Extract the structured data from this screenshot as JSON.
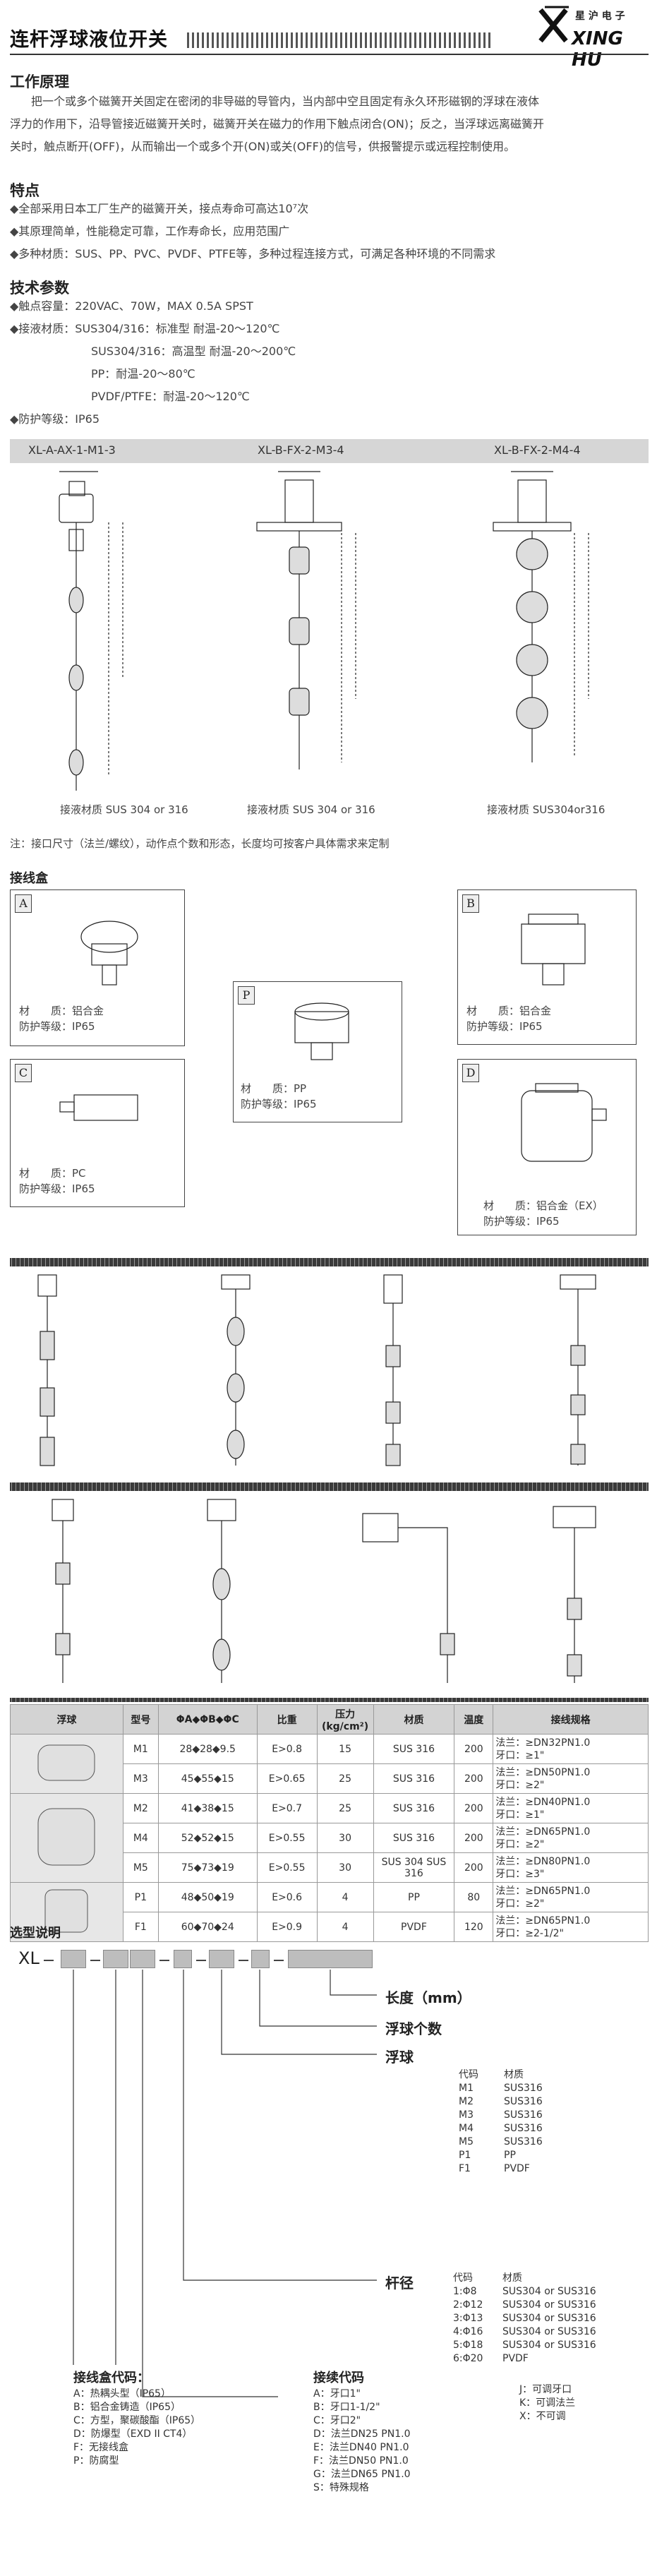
{
  "header": {
    "title": "连杆浮球液位开关",
    "logo_cn": "星 沪 电 子",
    "logo_en": "XING HU"
  },
  "intro": {
    "heading": "工作原理",
    "text": [
      "把一个或多个磁簧开关固定在密闭的非导磁的导管内，当内部中空且固定有永久环形磁钢的浮球在液体",
      "浮力的作用下，沿导管接近磁簧开关时，磁簧开关在磁力的作用下触点闭合(ON)；反之，当浮球远离磁簧开",
      "关时，触点断开(OFF)，从而输出一个或多个开(ON)或关(OFF)的信号，供报警提示或远程控制使用。"
    ]
  },
  "features": {
    "heading": "特点",
    "items": [
      "◆全部采用日本工厂生产的磁簧开关，接点寿命可高达10⁷次",
      "◆其原理简单，性能稳定可靠，工作寿命长，应用范围广",
      "◆多种材质：SUS、PP、PVC、PVDF、PTFE等，多种过程连接方式，可满足各种环境的不同需求"
    ]
  },
  "tech": {
    "heading": "技术参数",
    "items": [
      "◆触点容量：220VAC、70W，MAX 0.5A SPST",
      "◆接液材质：SUS304/316：标准型 耐温-20～120℃",
      "SUS304/316：高温型 耐温-20～200℃",
      "PP：耐温-20～80℃",
      "PVDF/PTFE：耐温-20～120℃",
      "◆防护等级：IP65"
    ]
  },
  "diagrams": {
    "labels": [
      "XL-A-AX-1-M1-3",
      "XL-B-FX-2-M3-4",
      "XL-B-FX-2-M4-4"
    ],
    "captions": [
      "接液材质 SUS 304 or 316",
      "接液材质 SUS 304 or 316",
      "接液材质 SUS304or316"
    ],
    "note": "注：接口尺寸（法兰/螺纹），动作点个数和形态，长度均可按客户具体需求来定制"
  },
  "junction": {
    "heading": "接线盒",
    "boxes": [
      {
        "letter": "A",
        "mat": "材　　质：铝合金",
        "ip": "防护等级：IP65"
      },
      {
        "letter": "B",
        "mat": "材　　质：铝合金",
        "ip": "防护等级：IP65"
      },
      {
        "letter": "P",
        "mat": "材　　质：PP",
        "ip": "防护等级：IP65"
      },
      {
        "letter": "C",
        "mat": "材　　质：PC",
        "ip": "防护等级：IP65"
      },
      {
        "letter": "D",
        "mat": "材　　质：铝合金（EX）",
        "ip": "防护等级：IP65"
      }
    ]
  },
  "table": {
    "headers": [
      "浮球",
      "型号",
      "ΦA◆ΦB◆ΦC",
      "比重",
      "压力 (kg/cm²)",
      "材质",
      "温度",
      "接线规格"
    ],
    "rows": [
      [
        "M1",
        "28◆28◆9.5",
        "E>0.8",
        "15",
        "SUS 316",
        "200",
        "法兰：≥DN32PN1.0",
        "牙口：≥1\""
      ],
      [
        "M3",
        "45◆55◆15",
        "E>0.65",
        "25",
        "SUS 316",
        "200",
        "法兰：≥DN50PN1.0",
        "牙口：≥2\""
      ],
      [
        "M2",
        "41◆38◆15",
        "E>0.7",
        "25",
        "SUS 316",
        "200",
        "法兰：≥DN40PN1.0",
        "牙口：≥1\""
      ],
      [
        "M4",
        "52◆52◆15",
        "E>0.55",
        "30",
        "SUS 316",
        "200",
        "法兰：≥DN65PN1.0",
        "牙口：≥2\""
      ],
      [
        "M5",
        "75◆73◆19",
        "E>0.55",
        "30",
        "SUS 304 SUS 316",
        "200",
        "法兰：≥DN80PN1.0",
        "牙口：≥3\""
      ],
      [
        "P1",
        "48◆50◆19",
        "E>0.6",
        "4",
        "PP",
        "80",
        "法兰：≥DN65PN1.0",
        "牙口：≥2\""
      ],
      [
        "F1",
        "60◆70◆24",
        "E>0.9",
        "4",
        "PVDF",
        "120",
        "法兰：≥DN65PN1.0",
        "牙口：≥2-1/2\""
      ]
    ]
  },
  "model": {
    "heading": "选型说明",
    "prefix": "XL",
    "length": "长度（mm）",
    "count": "浮球个数",
    "ball": "浮球",
    "ball_head": [
      "代码",
      "材质"
    ],
    "balls": [
      [
        "M1",
        "SUS316"
      ],
      [
        "M2",
        "SUS316"
      ],
      [
        "M3",
        "SUS316"
      ],
      [
        "M4",
        "SUS316"
      ],
      [
        "M5",
        "SUS316"
      ],
      [
        "P1",
        "PP"
      ],
      [
        "F1",
        "PVDF"
      ]
    ],
    "rod": "杆径",
    "rod_head": [
      "代码",
      "材质"
    ],
    "rods": [
      [
        "1:Φ8",
        "SUS304 or SUS316"
      ],
      [
        "2:Φ12",
        "SUS304 or SUS316"
      ],
      [
        "3:Φ13",
        "SUS304 or SUS316"
      ],
      [
        "4:Φ16",
        "SUS304 or SUS316"
      ],
      [
        "5:Φ18",
        "SUS304 or SUS316"
      ],
      [
        "6:Φ20",
        "PVDF"
      ]
    ],
    "box_title": "接线盒代码：",
    "box_items": [
      "A：热耦头型（IP65）",
      "B：铝合金铸造（IP65）",
      "C：方型，聚碳酸酯（IP65）",
      "D：防爆型（EXD II CT4）",
      "F：无接线盒",
      "P：防腐型"
    ],
    "conn_title": "接续代码",
    "conn_items": [
      "A：牙口1\"",
      "B：牙口1-1/2\"",
      "C：牙口2\"",
      "D：法兰DN25 PN1.0",
      "E：法兰DN40 PN1.0",
      "F：法兰DN50 PN1.0",
      "G：法兰DN65 PN1.0",
      "S：特殊规格"
    ],
    "adj_items": [
      "J：可调牙口",
      "K：可调法兰",
      "X：不可调"
    ]
  }
}
